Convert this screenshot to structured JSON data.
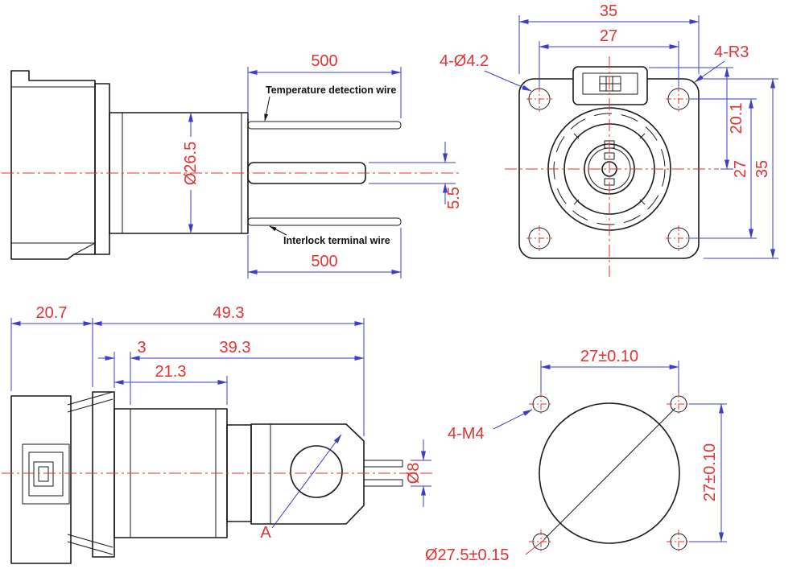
{
  "drawing": {
    "background": "#ffffff",
    "colors": {
      "geometry": "#1a1a1a",
      "dimension_lines": "#3c3cc8",
      "dimension_text": "#e23333",
      "centerlines": "#e23333",
      "labels": "#111111"
    },
    "side_view_top": {
      "wire_length_top": "500",
      "body_diameter": "Ø26.5",
      "pin_diameter": "5.5",
      "wire_length_bottom": "500",
      "temperature_wire_label": "Temperature detection wire",
      "interlock_wire_label": "Interlock terminal wire"
    },
    "front_view": {
      "flange_width": "35",
      "hole_spacing_horizontal": "27",
      "mounting_holes": "4-Ø4.2",
      "corner_radius": "4-R3",
      "latch_to_center": "20.1",
      "hole_spacing_vertical": "27",
      "flange_height": "35"
    },
    "side_view_bottom": {
      "housing_depth": "20.7",
      "front_length": "49.3",
      "flange_thickness": "3",
      "barrel_length": "39.3",
      "collar_length": "21.3",
      "wire_diameter": "Ø8",
      "section_label": "A"
    },
    "panel_cutout_view": {
      "hole_spacing_horizontal": "27±0.10",
      "tapped_holes": "4-M4",
      "hole_spacing_vertical": "27±0.10",
      "cutout_diameter": "Ø27.5±0.15"
    }
  }
}
